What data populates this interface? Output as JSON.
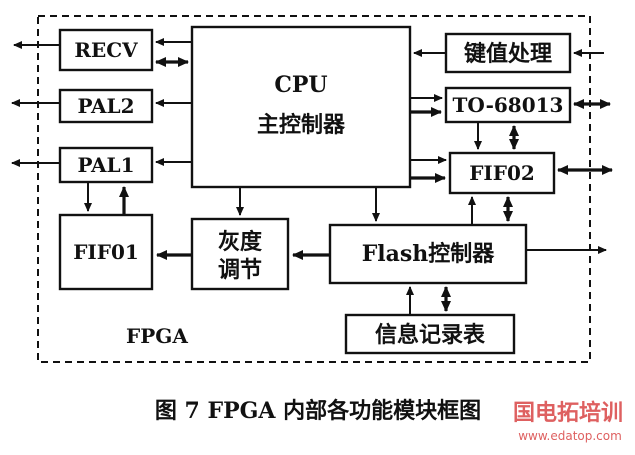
{
  "diagram": {
    "blocks": {
      "recv": "RECV",
      "pal2": "PAL2",
      "pal1": "PAL1",
      "fifo1": "FIF01",
      "cpu_line1": "CPU",
      "cpu_line2": "主控制器",
      "keys": "键值处理",
      "to68013": "TO-68013",
      "fifo2": "FIF02",
      "gray_line1": "灰度",
      "gray_line2": "调节",
      "flash": "Flash控制器",
      "info": "信息记录表"
    },
    "fpga_label": "FPGA",
    "caption": "图 7  FPGA 内部各功能模块框图",
    "watermark": "国电拓培训",
    "watermark_url": "www.edatop.com",
    "colors": {
      "line": "#111111",
      "watermark": "#d94545"
    }
  }
}
